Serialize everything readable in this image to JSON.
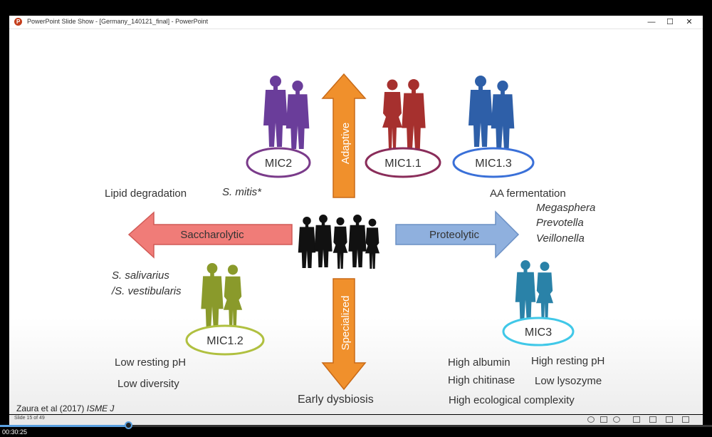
{
  "window": {
    "title": "PowerPoint Slide Show - [Germany_140121_final] - PowerPoint",
    "app_icon_letter": "P",
    "minimize": "—",
    "maximize": "☐",
    "close": "✕"
  },
  "slide": {
    "arrows": {
      "up": "Adaptive",
      "down": "Specialized",
      "left": "Saccharolytic",
      "right": "Proteolytic"
    },
    "groups": [
      {
        "label": "MIC2",
        "color": "#6a3d9a"
      },
      {
        "label": "MIC1.1",
        "color": "#a6302e"
      },
      {
        "label": "MIC1.3",
        "color": "#2e5fa8"
      },
      {
        "label": "MIC1.2",
        "color": "#8a9a2b"
      },
      {
        "label": "MIC3",
        "color": "#2a82a8"
      }
    ],
    "texts": {
      "lipid": "Lipid degradation",
      "s_mitis": "S. mitis*",
      "aa_fermentation": "AA fermentation",
      "megasphera": "Megasphera",
      "prevotella": "Prevotella",
      "veillonella": "Veillonella",
      "s_salivarius": "S. salivarius",
      "s_vestibularis": "/S. vestibularis",
      "low_ph": "Low resting pH",
      "low_diversity": "Low diversity",
      "high_albumin": "High albumin",
      "high_ph": "High resting pH",
      "high_chitinase": "High chitinase",
      "low_lysozyme": "Low lysozyme",
      "high_complexity": "High ecological complexity",
      "early_dysbiosis": "Early dysbiosis",
      "citation_authors": "Zaura et al (2017)",
      "citation_journal": "ISME J"
    },
    "colors": {
      "orange": "#f0902c",
      "salmon": "#f07c78",
      "blue": "#8fb0de"
    }
  },
  "controls": {
    "slide_counter": "Slide 15 of 49",
    "progress": 0.3,
    "timestamp": "00:30:25"
  }
}
